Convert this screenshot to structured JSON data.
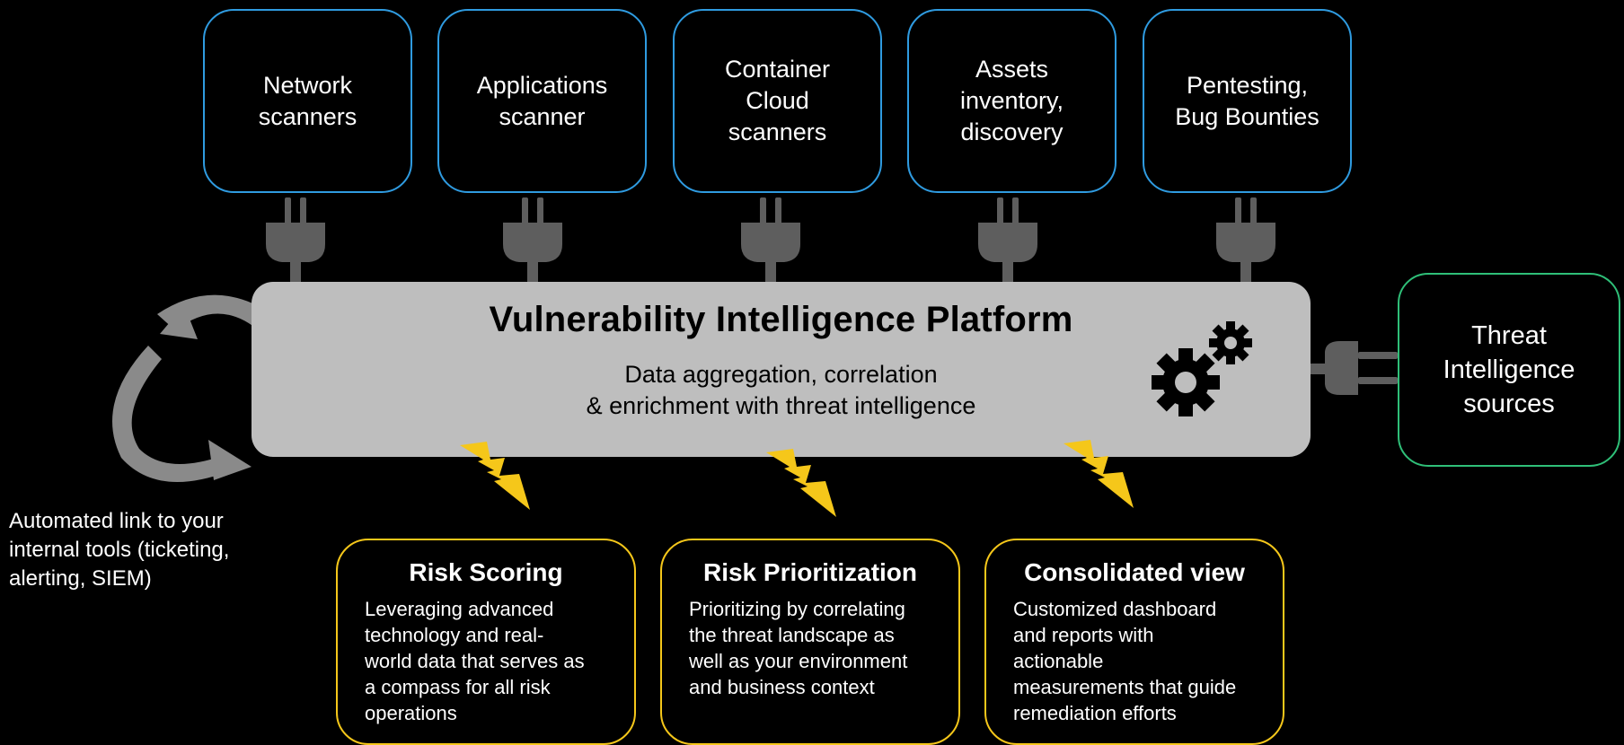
{
  "sources": [
    {
      "label": "Network\nscanners"
    },
    {
      "label": "Applications\nscanner"
    },
    {
      "label": "Container\nCloud\nscanners"
    },
    {
      "label": "Assets\ninventory,\ndiscovery"
    },
    {
      "label": "Pentesting,\nBug Bounties"
    }
  ],
  "platform": {
    "title": "Vulnerability Intelligence Platform",
    "subtitle": "Data aggregation, correlation\n& enrichment with threat intelligence"
  },
  "threat_sources": {
    "label": "Threat\nIntelligence\nsources"
  },
  "automation": {
    "label": "Automated link to your\ninternal tools (ticketing,\nalerting, SIEM)"
  },
  "features": [
    {
      "title": "Risk Scoring",
      "description": "Leveraging advanced\ntechnology and real-\nworld data that serves as\na compass for all risk\noperations"
    },
    {
      "title": "Risk Prioritization",
      "description": "Prioritizing by correlating\nthe threat landscape as\nwell as your environment\nand business context"
    },
    {
      "title": "Consolidated view",
      "description": "Customized dashboard\nand reports with\nactionable\nmeasurements that guide\nremediation efforts"
    }
  ],
  "colors": {
    "source_border": "#2f9be0",
    "threat_border": "#2fbf78",
    "feature_border": "#f5c71a",
    "platform_fill": "#bebebe",
    "plug": "#5e5e5e",
    "bolt": "#f5c71a",
    "cycle_arrow": "#8a8a8a"
  },
  "icons": [
    "plug-icon",
    "gears-icon",
    "lightning-bolt-icon",
    "cycle-arrows-icon"
  ]
}
